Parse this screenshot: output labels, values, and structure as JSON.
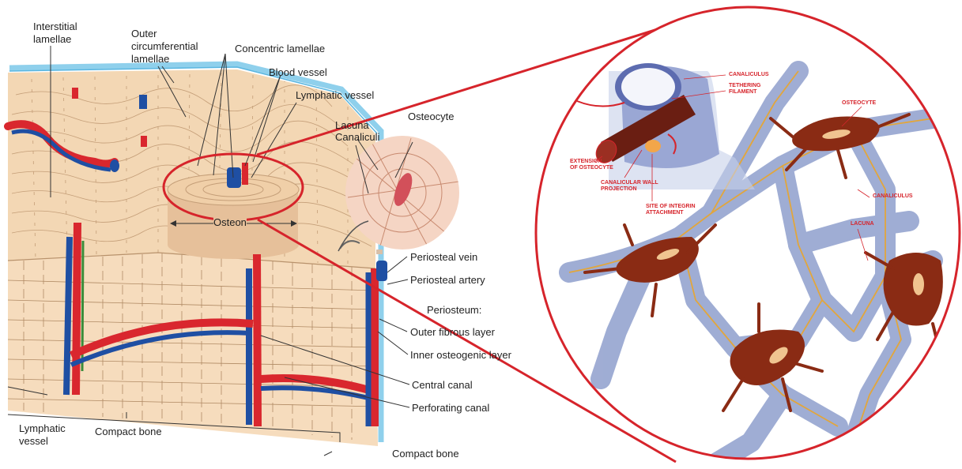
{
  "left_labels": {
    "interstitial_lamellae": [
      "Interstitial",
      "lamellae"
    ],
    "outer_circumferential_lamellae": [
      "Outer",
      "circumferential",
      "lamellae"
    ],
    "concentric_lamellae": "Concentric lamellae",
    "blood_vessel": "Blood vessel",
    "lymphatic_vessel_top": "Lymphatic vessel",
    "lacuna": "Lacuna",
    "canaliculi": "Canaliculi",
    "osteocyte": "Osteocyte",
    "osteon": "Osteon",
    "periosteal_vein": "Periosteal vein",
    "periosteal_artery": "Periosteal artery",
    "periosteum": "Periosteum:",
    "outer_fibrous_layer": "Outer fibrous layer",
    "inner_osteogenic_layer": "Inner osteogenic layer",
    "central_canal": "Central canal",
    "perforating_canal": "Perforating canal",
    "lymphatic_vessel_bottom": [
      "Lymphatic",
      "vessel"
    ],
    "compact_bone_1": "Compact bone",
    "compact_bone_2": "Compact bone"
  },
  "right_labels": {
    "canaliculus_top": "CANALICULUS",
    "tethering_filament": [
      "TETHERING",
      "FILAMENT"
    ],
    "osteocyte": "OSTEOCYTE",
    "extension_of_osteocyte": [
      "EXTENSION",
      "OF OSTEOCYTE"
    ],
    "canalicular_wall_projection": [
      "CANALICULAR WALL",
      "PROJECTION"
    ],
    "site_of_integrin_attachment": [
      "SITE OF INTEGRIN",
      "ATTACHMENT"
    ],
    "canaliculus_right": "CANALICULUS",
    "lacuna": "LACUNA"
  },
  "colors": {
    "bone": "#f3d7b4",
    "bone_line": "#b08a64",
    "artery": "#d9272e",
    "vein": "#1f4fa3",
    "lymph": "#3a8c3a",
    "periosteum": "#8fd0ec",
    "highlight": "#d6242b",
    "osteocyte_body": "#8a2b14",
    "lacuna_fill": "#7f8fc2"
  }
}
